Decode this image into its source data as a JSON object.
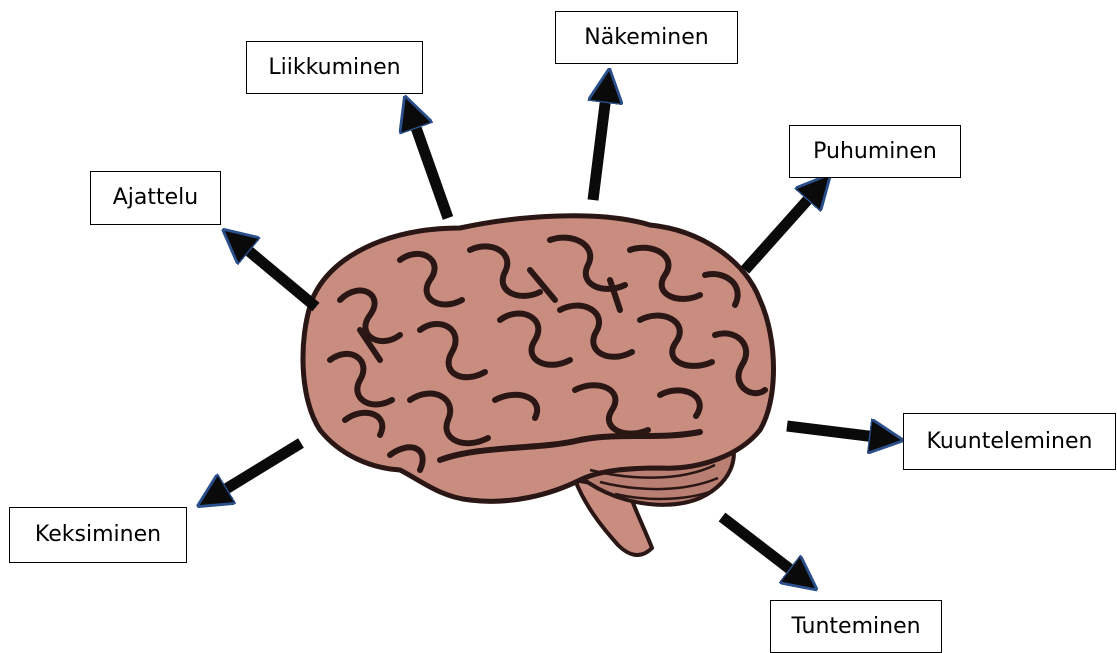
{
  "diagram": {
    "labels": {
      "liikkuminen": "Liikkuminen",
      "nakeminen": "Näkeminen",
      "puhuminen": "Puhuminen",
      "ajattelu": "Ajattelu",
      "kuunteleminen": "Kuunteleminen",
      "keksiminen": "Keksiminen",
      "tunteminen": "Tunteminen"
    },
    "colors": {
      "arrow_fill": "#0a0a0a",
      "arrow_outline": "#2a4f8a",
      "brain_fill": "#c98d80",
      "brain_sulci": "#2a1614",
      "box_border": "#000000"
    }
  }
}
